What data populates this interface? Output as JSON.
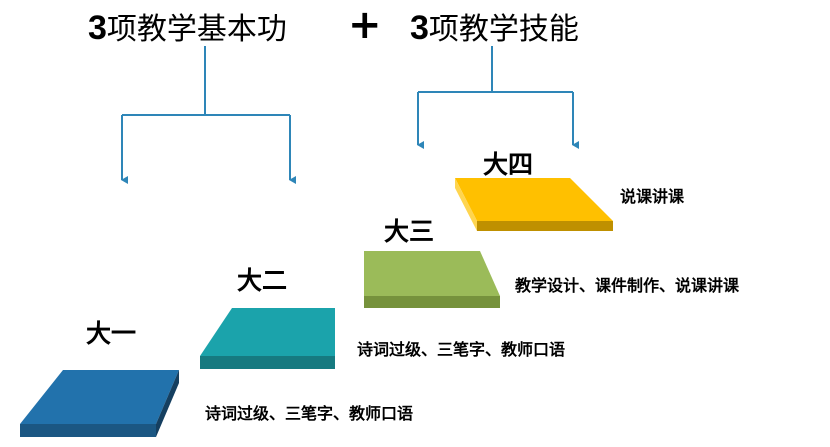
{
  "header": {
    "left_title_number": "3",
    "left_title": "项教学基本功",
    "plus": "+",
    "right_title_number": "3",
    "right_title": "项教学技能"
  },
  "levels": [
    {
      "label": "大一",
      "description": "诗词过级、三笔字、教师口语",
      "color": "#2272AC"
    },
    {
      "label": "大二",
      "description": "诗词过级、三笔字、教师口语",
      "color": "#1BA3AB"
    },
    {
      "label": "大三",
      "description": "教学设计、课件制作、说课讲课",
      "color": "#9BBB59"
    },
    {
      "label": "大四",
      "description": "说课讲课",
      "color": "#FFC000"
    }
  ],
  "connector_color": "#2E86B8"
}
